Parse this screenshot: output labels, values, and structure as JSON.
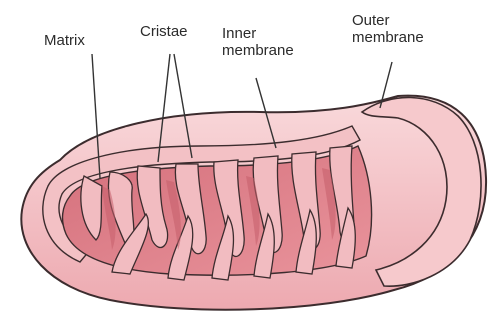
{
  "labels": {
    "matrix": "Matrix",
    "cristae": "Cristae",
    "inner_membrane": [
      "Inner",
      "membrane"
    ],
    "outer_membrane": [
      "Outer",
      "membrane"
    ]
  },
  "colors": {
    "outer_membrane": "#f0b8bd",
    "outer_membrane_light": "#f8d4d6",
    "inner_membrane": "#f4c3c7",
    "matrix": "#e1868f",
    "matrix_dark": "#c8606c",
    "outline": "#3c2c2e",
    "leader_line": "#333333"
  }
}
